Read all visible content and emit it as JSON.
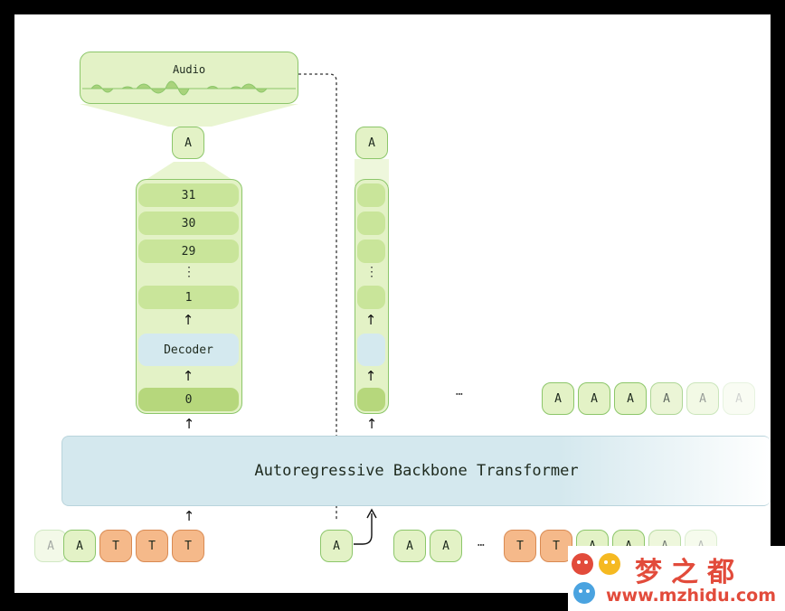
{
  "audio": {
    "label": "Audio"
  },
  "decoder_column": {
    "output_token": "A",
    "layers_top": [
      "31",
      "30",
      "29"
    ],
    "ellipsis": "⋮",
    "layer_one": "1",
    "decoder_label": "Decoder",
    "layer_zero": "0"
  },
  "second_column": {
    "output_token": "A",
    "ellipsis": "⋮"
  },
  "backbone": {
    "label": "Autoregressive Backbone Transformer"
  },
  "right_output_tokens": [
    "A",
    "A",
    "A",
    "A",
    "A",
    "A"
  ],
  "bottom_tokens_left": [
    "A",
    "A",
    "T",
    "T",
    "T"
  ],
  "bottom_tokens_middle": [
    "A",
    "A",
    "A"
  ],
  "bottom_tokens_right": [
    "T",
    "T",
    "A",
    "A",
    "A",
    "A"
  ],
  "ellipsis_h": "⋯",
  "watermark": {
    "title": "梦之都",
    "url": "www.mzhidu.com"
  }
}
